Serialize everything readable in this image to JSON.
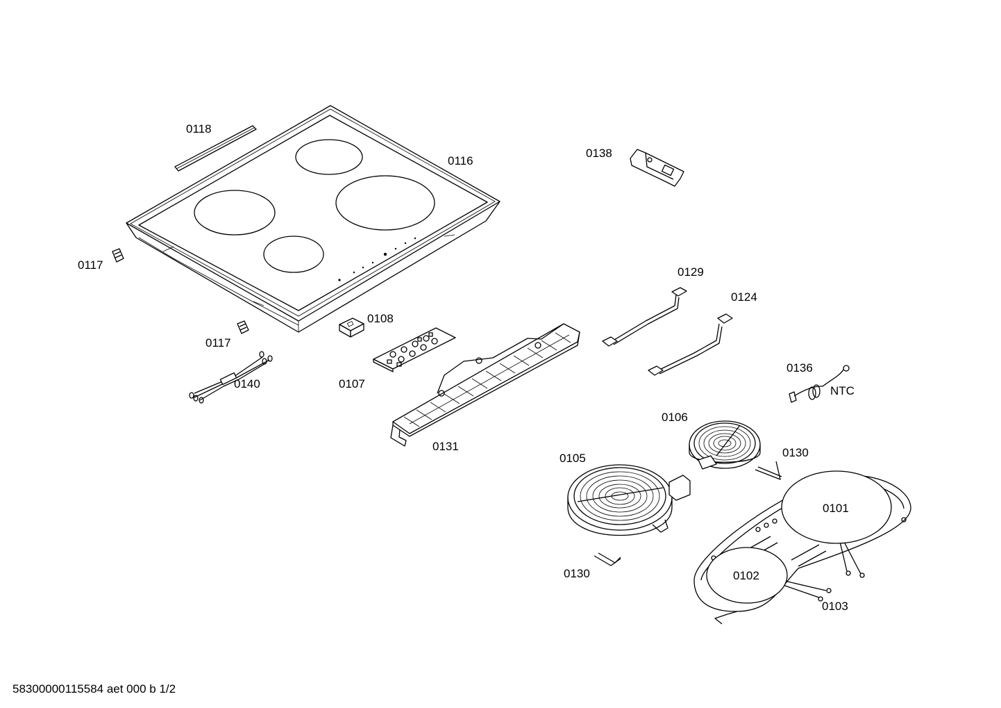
{
  "labels": {
    "p0118": "0118",
    "p0116": "0116",
    "p0138": "0138",
    "p0117a": "0117",
    "p0117b": "0117",
    "p0108": "0108",
    "p0107": "0107",
    "p0140": "0140",
    "p0131": "0131",
    "p0129": "0129",
    "p0124": "0124",
    "p0136": "0136",
    "ntc": "NTC",
    "p0106": "0106",
    "p0130a": "0130",
    "p0105": "0105",
    "p0101": "0101",
    "p0102": "0102",
    "p0130b": "0130",
    "p0103": "0103"
  },
  "footer": "58300000115584 aet 000 b 1/2"
}
